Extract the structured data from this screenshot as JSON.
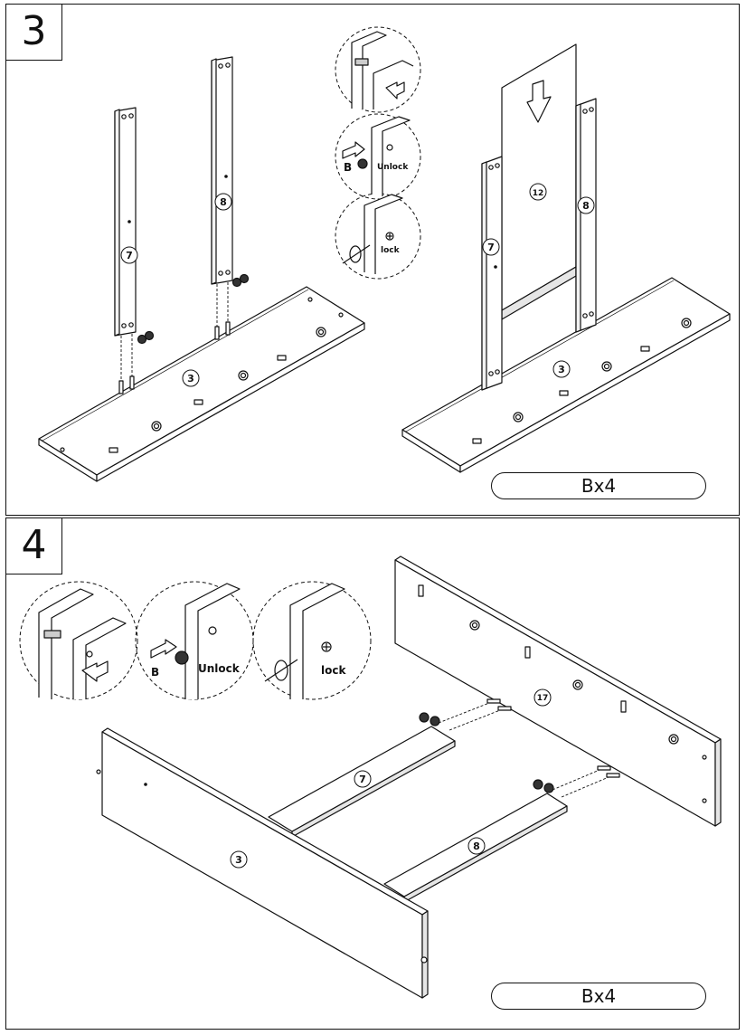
{
  "steps": [
    {
      "number": "3",
      "quantity_label": "Bx4",
      "part_labels": {
        "left_post": "7",
        "right_post": "8",
        "base": "3",
        "back_panel": "12"
      },
      "detail_labels": {
        "hardware": "B",
        "unlock": "Unlock",
        "lock": "lock"
      }
    },
    {
      "number": "4",
      "quantity_label": "Bx4",
      "part_labels": {
        "front_panel": "3",
        "back_panel": "17",
        "rail_a": "7",
        "rail_b": "8"
      },
      "detail_labels": {
        "hardware": "B",
        "unlock": "Unlock",
        "lock": "lock"
      }
    }
  ],
  "colors": {
    "line": "#111111",
    "paper": "#ffffff",
    "shade": "#e6e6e6"
  }
}
